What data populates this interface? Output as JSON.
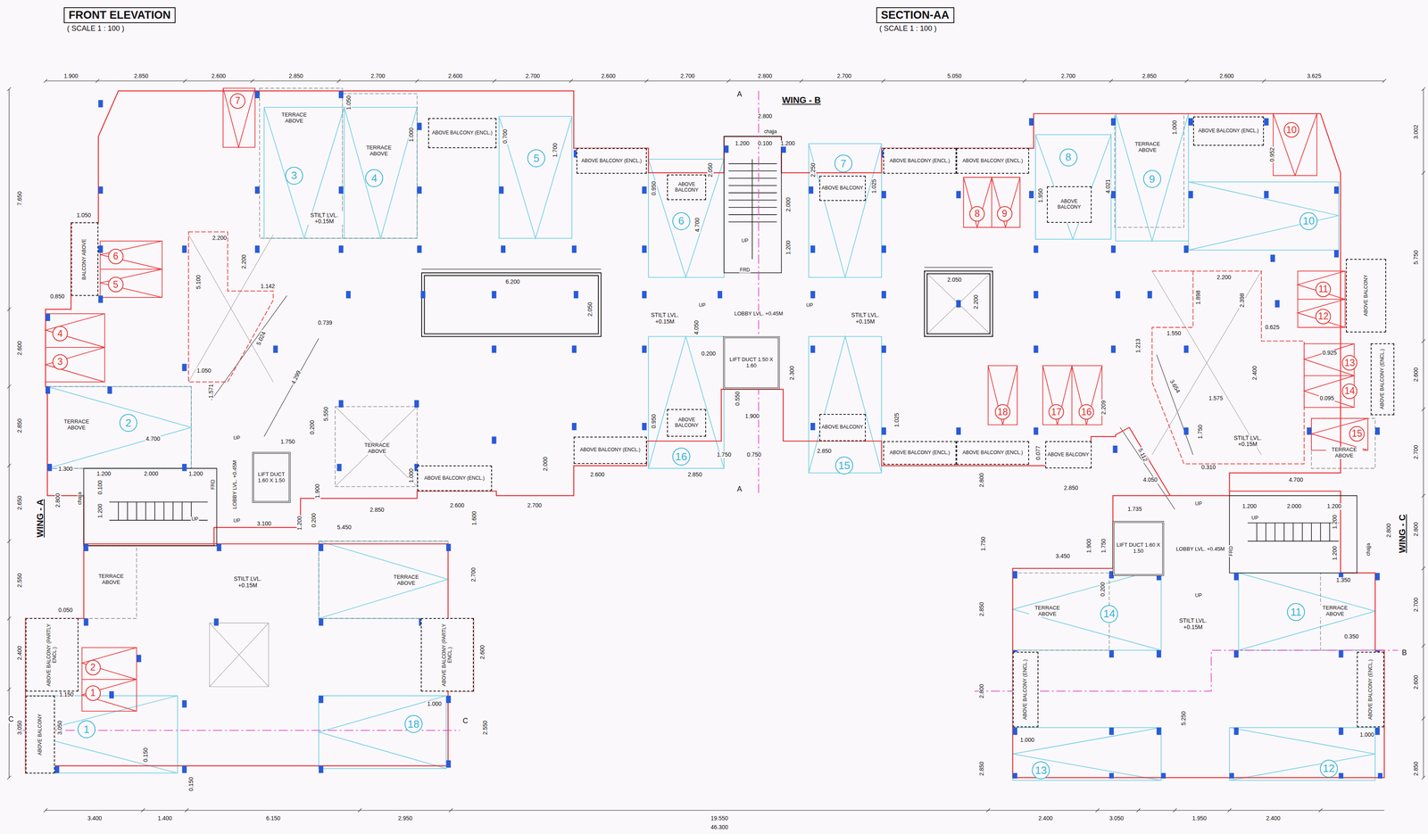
{
  "diagram": {
    "nodes": [
      {
        "text": [
          "FRONT ELEVATION",
          "( SCALE 1 : 100 )"
        ]
      },
      {
        "text": [
          "SECTION-AA",
          "( SCALE 1 : 100 )"
        ]
      },
      {
        "text": [
          "TERRACE ABOVE"
        ]
      },
      {
        "text": [
          "TERRACE ABOVE"
        ]
      },
      {
        "text": [
          "ABOVE BALCONY (ENCL.)"
        ]
      },
      {
        "text": [
          "ABOVE BALCONY (ENCL.)"
        ]
      },
      {
        "text": [
          "ABOVE BALCONY"
        ]
      },
      {
        "text": [
          "ABOVE BALCONY"
        ]
      },
      {
        "text": [
          "ABOVE BALCONY (ENCL.)"
        ]
      },
      {
        "text": [
          "ABOVE BALCONY (ENCL.)"
        ]
      },
      {
        "text": [
          "ABOVE BALCONY"
        ]
      },
      {
        "text": [
          "TERRACE ABOVE"
        ]
      },
      {
        "text": [
          "ABOVE BALCONY (ENCL.)"
        ]
      },
      {
        "text": [
          "BALCONY ABOVE"
        ]
      },
      {
        "text": [
          "ABOVE BALCONY"
        ]
      },
      {
        "text": [
          "LOBBY LVL. +0.45M"
        ]
      },
      {
        "text": [
          "LIFT DUCT 1.50 X 1.60"
        ]
      },
      {
        "text": [
          "ABOVE BALCONY (ENCL.)"
        ]
      },
      {
        "text": [
          "TERRACE ABOVE"
        ]
      },
      {
        "text": [
          "TERRACE ABOVE"
        ]
      },
      {
        "text": [
          "ABOVE BALCONY"
        ]
      },
      {
        "text": [
          "ABOVE BALCONY"
        ]
      },
      {
        "text": [
          "ABOVE BALCONY (ENCL.)"
        ]
      },
      {
        "text": [
          "ABOVE BALCONY (ENCL.)"
        ]
      },
      {
        "text": [
          "ABOVE BALCONY (ENCL.)"
        ]
      },
      {
        "text": [
          "ABOVE BALCONY (ENCL.)"
        ]
      },
      {
        "text": [
          "ABOVE BALCONY"
        ]
      },
      {
        "text": [
          "TERRACE ABOVE"
        ]
      },
      {
        "text": [
          "LOBBY LVL. +0.45M"
        ]
      },
      {
        "text": [
          "LIFT DUCT 1.60 X 1.50"
        ]
      },
      {
        "text": [
          "LIFT DUCT 1.60 X 1.50"
        ]
      },
      {
        "text": [
          "LOBBY LVL. +0.45M"
        ]
      },
      {
        "text": [
          "TERRACE ABOVE"
        ]
      },
      {
        "text": [
          "TERRACE ABOVE"
        ]
      },
      {
        "text": [
          "TERRACE ABOVE"
        ]
      },
      {
        "text": [
          "TERRACE ABOVE"
        ]
      },
      {
        "text": [
          "ABOVE BALCONY (PARTLY ENCL.)"
        ]
      },
      {
        "text": [
          "ABOVE BALCONY (PARTLY ENCL.)"
        ]
      },
      {
        "text": [
          "ABOVE BALCONY (ENCL.)"
        ]
      },
      {
        "text": [
          "ABOVE BALCONY (ENCL.)"
        ]
      },
      {
        "text": [
          "ABOVE BALCONY"
        ]
      }
    ],
    "labels": [
      "1.900",
      "2.850",
      "2.600",
      "2.850",
      "2.700",
      "2.600",
      "2.700",
      "2.600",
      "2.700",
      "2.800",
      "2.700",
      "5.050",
      "2.700",
      "2.850",
      "2.600",
      "3.625",
      "3.400",
      "1.400",
      "6.150",
      "2.950",
      "19.550",
      "2.400",
      "3.050",
      "1.950",
      "2.400",
      "46.300",
      "7.650",
      "2.600",
      "2.850",
      "2.650",
      "2.550",
      "2.400",
      "3.050",
      "3.002",
      "5.750",
      "2.600",
      "2.700",
      "2.800",
      "2.700",
      "2.600",
      "2.850",
      "1.050",
      "1.000",
      "0.700",
      "1.700",
      "2.800",
      "1.200",
      "0.100",
      "1.200",
      "2.050",
      "2.250",
      "0.950",
      "4.700",
      "2.000",
      "1.200",
      "1.025",
      "1.000",
      "0.952",
      "4.021",
      "1.950",
      "1.050",
      "2.200",
      "2.200",
      "5.100",
      "1.142",
      "6.200",
      "2.050",
      "0.739",
      "0.850",
      "5.024",
      "4.299",
      "1.050",
      "1.571",
      "5.550",
      "2.050",
      "2.200",
      "2.200",
      "1.898",
      "2.398",
      "0.625",
      "1.213",
      "1.550",
      "2.400",
      "1.575",
      "3.654",
      "0.925",
      "0.095",
      "4.050",
      "0.200",
      "0.550",
      "2.300",
      "1.900",
      "0.950",
      "1.025",
      "2.209",
      "1.750",
      "0.310",
      "5.112",
      "4.700",
      "1.750",
      "0.200",
      "1.900",
      "0.200",
      "1.300",
      "1.200",
      "2.000",
      "1.200",
      "0.100",
      "2.800",
      "1.200",
      "3.100",
      "1.200",
      "5.450",
      "2.850",
      "2.600",
      "2.700",
      "1.600",
      "2.000",
      "1.000",
      "1.750",
      "0.750",
      "2.600",
      "2.850",
      "2.850",
      "0.077",
      "2.850",
      "2.800",
      "4.050",
      "4.700",
      "1.735",
      "1.200",
      "2.000",
      "1.200",
      "1.900",
      "1.750",
      "3.450",
      "0.200",
      "1.200",
      "1.200",
      "2.800",
      "1.350",
      "0.350",
      "2.700",
      "1.750",
      "2.850",
      "0.050",
      "2.600",
      "1.150",
      "1.000",
      "3.050",
      "0.150",
      "2.550",
      "0.150",
      "2.800",
      "5.250",
      "1.000",
      "1.000",
      "2.850",
      "7",
      "6",
      "5",
      "4",
      "3",
      "8",
      "9",
      "10",
      "11",
      "12",
      "13",
      "14",
      "15",
      "18",
      "17",
      "16",
      "2",
      "1",
      "3",
      "4",
      "5",
      "6",
      "7",
      "8",
      "9",
      "10",
      "2",
      "16",
      "15",
      "14",
      "11",
      "1",
      "18",
      "13",
      "12",
      "A",
      "A",
      "B",
      "C",
      "C",
      "WING - B",
      "WING - A",
      "WING - C",
      "STILT LVL. +0.15M",
      "STILT LVL. +0.15M",
      "STILT LVL. +0.15M",
      "STILT LVL. +0.15M",
      "STILT LVL. +0.15M",
      "STILT LVL. +0.15M",
      "UP",
      "UP",
      "UP",
      "UP",
      "UP",
      "UP",
      "UP",
      "UP",
      "UP",
      "FRD",
      "FRD",
      "FRD",
      "chajja",
      "chajja",
      "chajja"
    ]
  }
}
